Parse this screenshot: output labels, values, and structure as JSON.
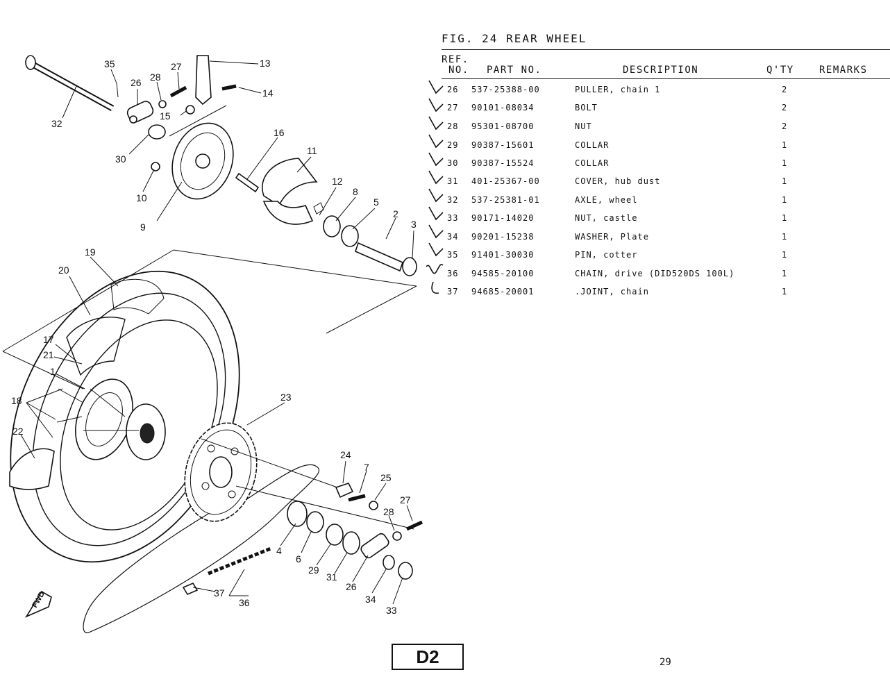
{
  "figure": {
    "title": "FIG. 24  REAR WHEEL"
  },
  "table": {
    "headers": {
      "ref_line1": "REF.",
      "ref_line2": "NO.",
      "part_no": "PART NO.",
      "description": "DESCRIPTION",
      "qty": "Q'TY",
      "remarks": "REMARKS"
    },
    "rows": [
      {
        "ref": "26",
        "part_no": "537-25388-00",
        "description": "PULLER, chain 1",
        "qty": "2",
        "remarks": ""
      },
      {
        "ref": "27",
        "part_no": "90101-08034",
        "description": "BOLT",
        "qty": "2",
        "remarks": ""
      },
      {
        "ref": "28",
        "part_no": "95301-08700",
        "description": "NUT",
        "qty": "2",
        "remarks": ""
      },
      {
        "ref": "29",
        "part_no": "90387-15601",
        "description": "COLLAR",
        "qty": "1",
        "remarks": ""
      },
      {
        "ref": "30",
        "part_no": "90387-15524",
        "description": "COLLAR",
        "qty": "1",
        "remarks": ""
      },
      {
        "ref": "31",
        "part_no": "401-25367-00",
        "description": "COVER, hub dust",
        "qty": "1",
        "remarks": ""
      },
      {
        "ref": "32",
        "part_no": "537-25381-01",
        "description": "AXLE, wheel",
        "qty": "1",
        "remarks": ""
      },
      {
        "ref": "33",
        "part_no": "90171-14020",
        "description": "NUT, castle",
        "qty": "1",
        "remarks": ""
      },
      {
        "ref": "34",
        "part_no": "90201-15238",
        "description": "WASHER, Plate",
        "qty": "1",
        "remarks": ""
      },
      {
        "ref": "35",
        "part_no": "91401-30030",
        "description": "PIN, cotter",
        "qty": "1",
        "remarks": ""
      },
      {
        "ref": "36",
        "part_no": "94585-20100",
        "description": "CHAIN, drive (DID520DS 100L)",
        "qty": "1",
        "remarks": ""
      },
      {
        "ref": "37",
        "part_no": "94685-20001",
        "description": ".JOINT, chain",
        "qty": "1",
        "remarks": ""
      }
    ]
  },
  "diagram": {
    "callouts": [
      "35",
      "26",
      "28",
      "27",
      "13",
      "14",
      "32",
      "15",
      "16",
      "30",
      "11",
      "10",
      "12",
      "8",
      "5",
      "2",
      "3",
      "9",
      "19",
      "20",
      "17",
      "21",
      "1",
      "18",
      "23",
      "22",
      "24",
      "7",
      "25",
      "27",
      "28",
      "4",
      "6",
      "29",
      "31",
      "26",
      "34",
      "33",
      "37",
      "36"
    ],
    "fwd_label": "FWD"
  },
  "footer": {
    "section": "D2",
    "page": "29"
  }
}
